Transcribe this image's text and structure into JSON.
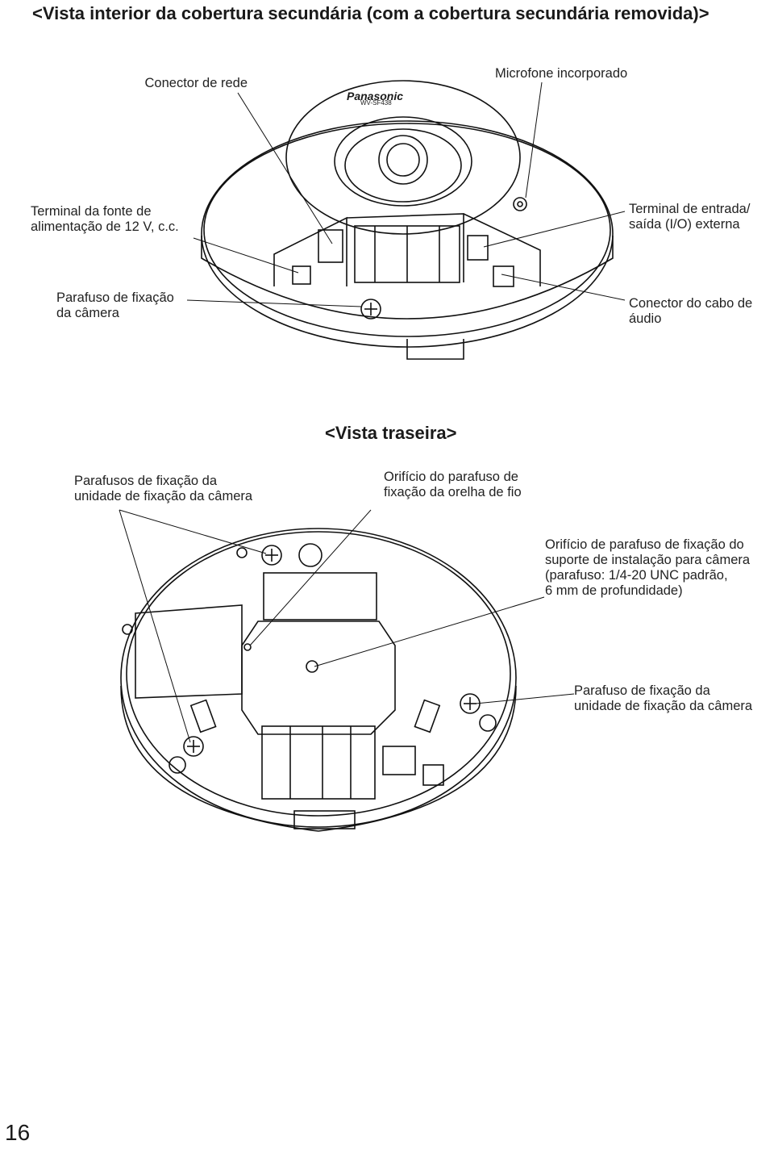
{
  "title": "<Vista interior da cobertura secundária (com a cobertura secundária removida)>",
  "brand": "Panasonic",
  "model": "WV-SF438",
  "interior_labels": {
    "network_connector": "Conector de rede",
    "microphone": "Microfone incorporado",
    "power_terminal": "Terminal da fonte de\nalimentação de 12 V, c.c.",
    "io_terminal": "Terminal de entrada/\nsaída (I/O) externa",
    "camera_screw": "Parafuso de fixação\nda câmera",
    "audio_connector": "Conector do cabo de\náudio"
  },
  "rear_title": "<Vista traseira>",
  "rear_labels": {
    "fix_unit_screws": "Parafusos de fixação da\nunidade de fixação da câmera",
    "wire_lug_hole": "Orifício do parafuso de\nfixação da orelha de fio",
    "tripod_hole": "Orifício de parafuso de fixação do\nsuporte de instalação para câmera\n(parafuso: 1/4-20 UNC padrão,\n6 mm de profundidade)",
    "fix_unit_screw": "Parafuso de fixação da\nunidade de fixação da câmera"
  },
  "page_number": "16"
}
